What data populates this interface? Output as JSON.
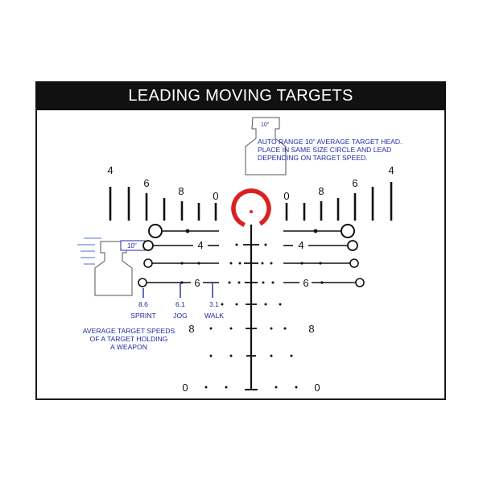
{
  "title": "LEADING MOVING TARGETS",
  "colors": {
    "ink": "#111111",
    "blue": "#1f2aa8",
    "red": "#d92121",
    "blue_light": "#6f8fd8"
  },
  "head_note": {
    "box_label": "10\"",
    "lines": [
      "AUTO RANGE 10\" AVERAGE TARGET HEAD.",
      "PLACE IN SAME SIZE CIRCLE AND LEAD",
      "DEPENDING ON TARGET SPEED."
    ]
  },
  "target_box_label": "10\"",
  "stadia_labels": {
    "outer": "4",
    "mid": "6",
    "inner": "8",
    "zero": "0"
  },
  "lead_labels": {
    "four": "4",
    "six": "6"
  },
  "speeds": [
    {
      "value": "8.6",
      "name": "SPRINT"
    },
    {
      "value": "6.1",
      "name": "JOG"
    },
    {
      "value": "3.1",
      "name": "WALK"
    }
  ],
  "speeds_note": [
    "AVERAGE TARGET SPEEDS",
    "OF A TARGET HOLDING",
    "A WEAPON"
  ],
  "drop_labels": {
    "eight": "8",
    "zero": "0"
  }
}
